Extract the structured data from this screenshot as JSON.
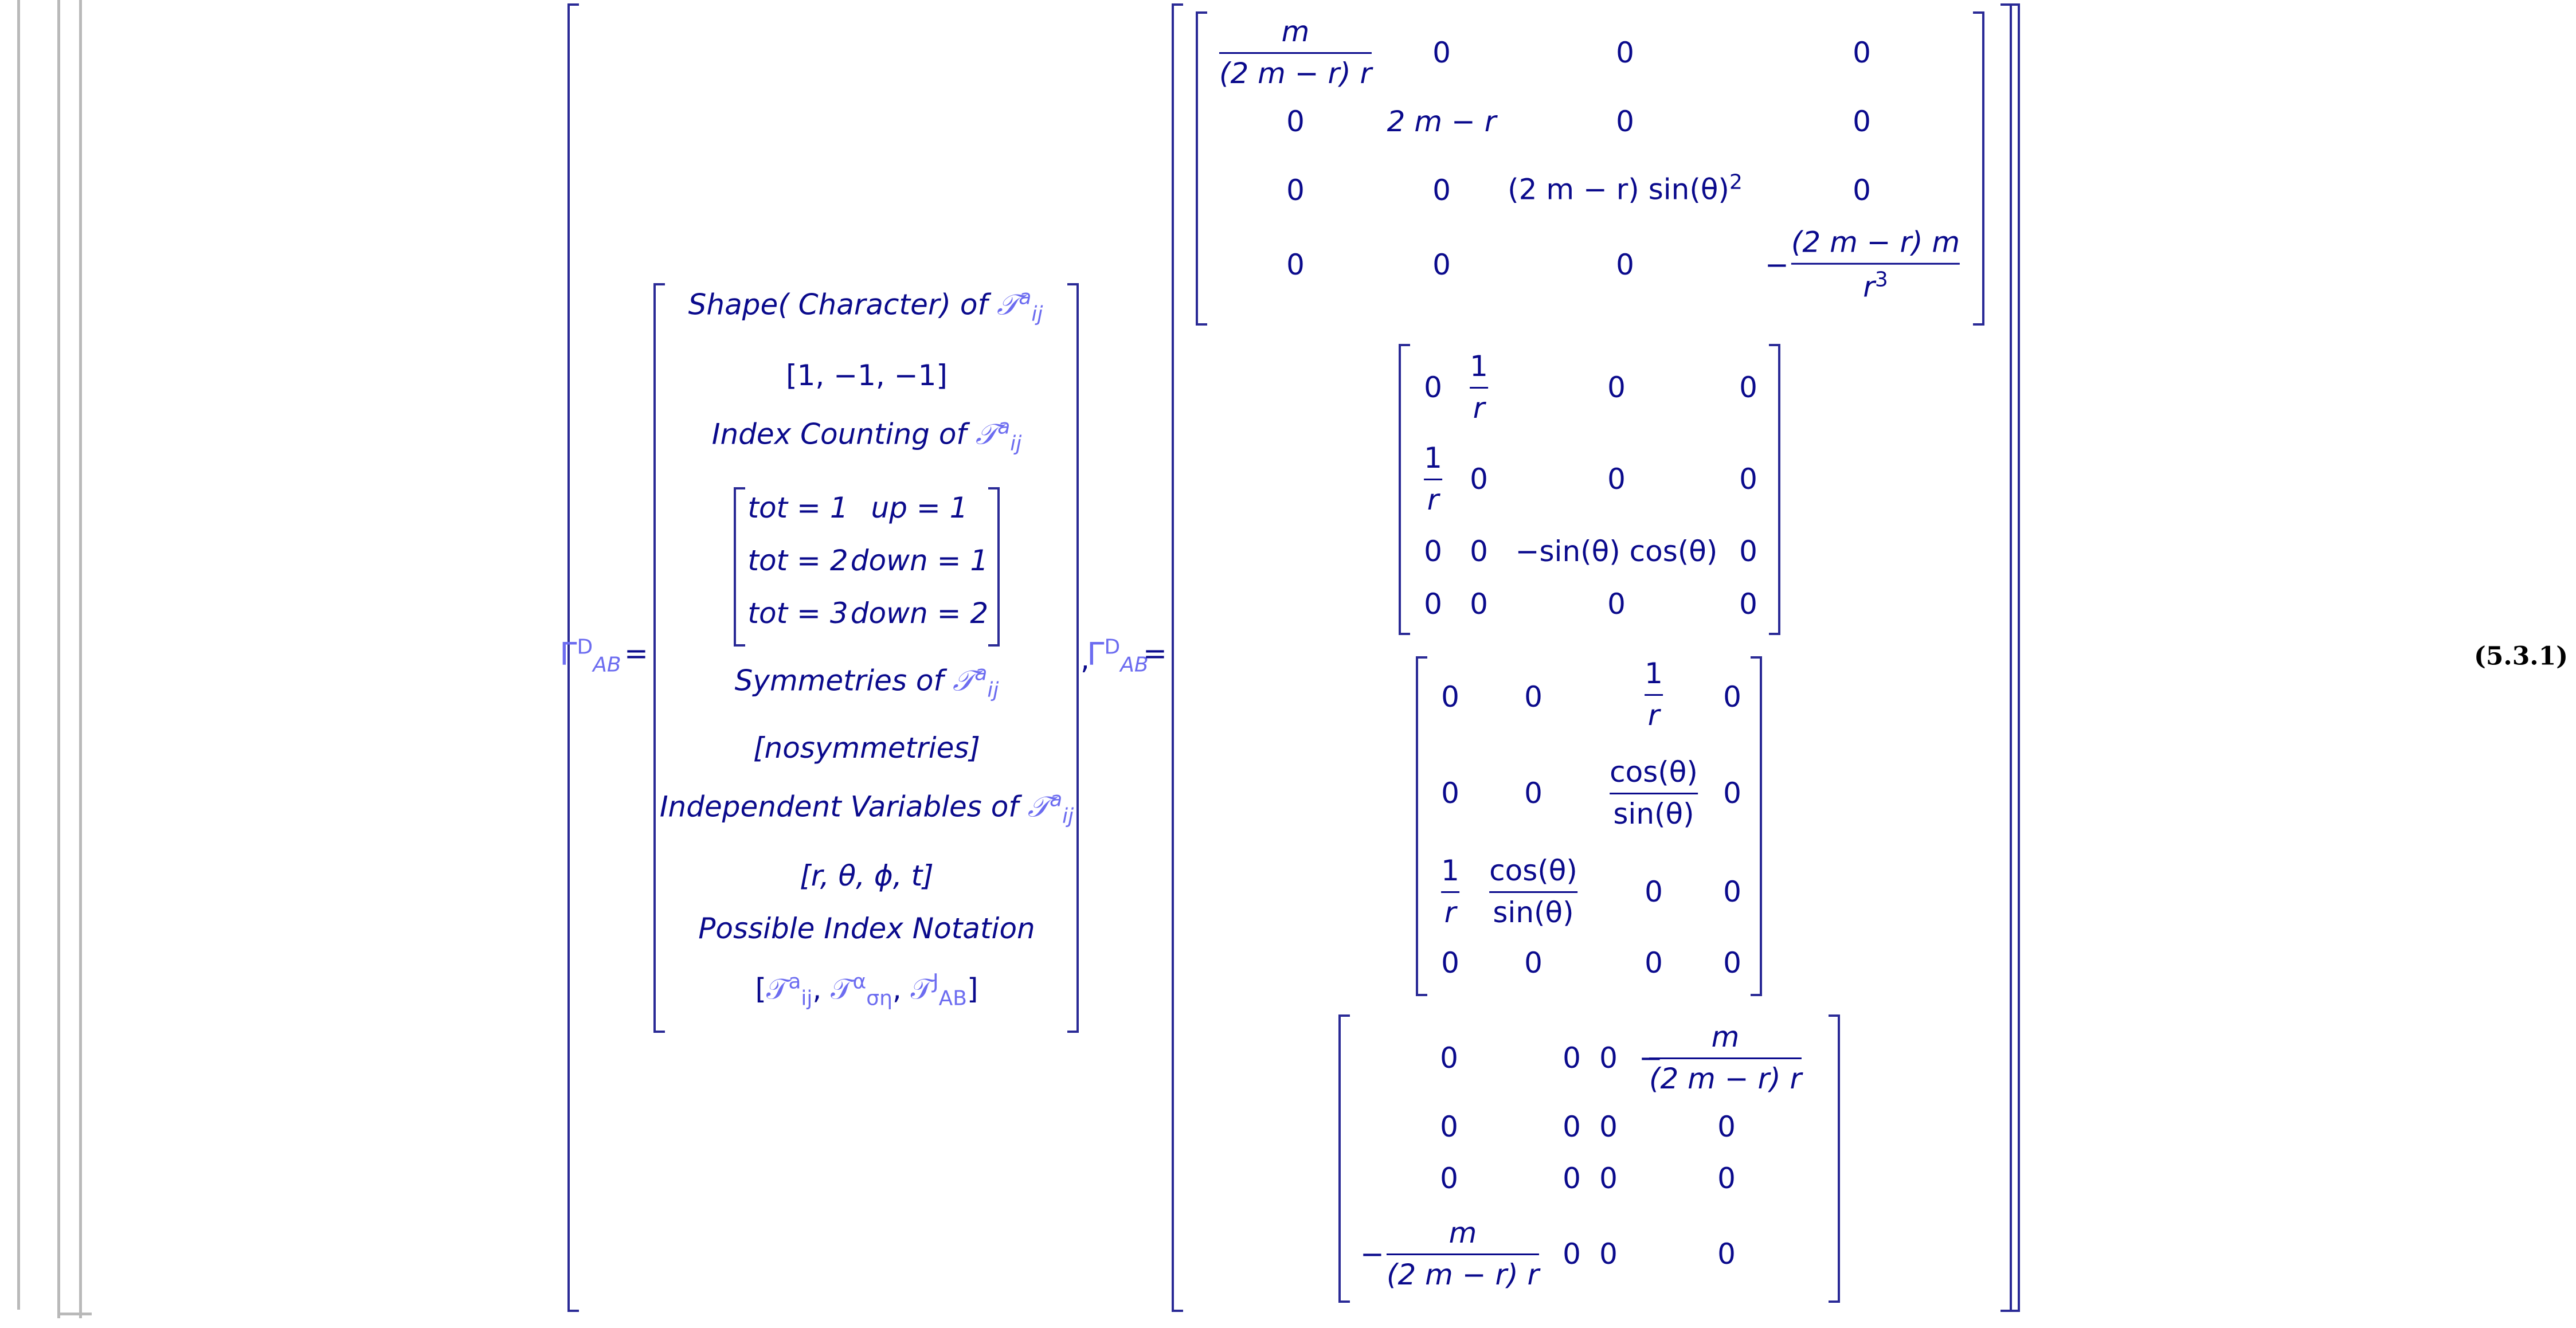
{
  "equation_label": "(5.3.1)",
  "lhs": {
    "symbol": "Γ",
    "sup": "D",
    "sub": "AB",
    "eq": "="
  },
  "comma": ",",
  "rhs_lhs": {
    "symbol": "Γ",
    "sup": "D",
    "sub": "AB",
    "eq": "="
  },
  "properties": {
    "shape_label": "Shape( Character)  of",
    "shape_value": "[1, −1, −1]",
    "index_label": "Index Counting of",
    "index_rows": [
      {
        "tot": "tot = 1",
        "dir": "up = 1"
      },
      {
        "tot": "tot = 2",
        "dir": "down = 1"
      },
      {
        "tot": "tot = 3",
        "dir": "down = 2"
      }
    ],
    "sym_label": "Symmetries of",
    "sym_value": "[nosymmetries]",
    "indep_label": "Independent Variables of",
    "indep_value": "[r, θ, ϕ, t]",
    "notation_label": "Possible Index Notation",
    "tensor_symbol": "𝒯",
    "tensor_sup": "a",
    "tensor_sub": "ij",
    "notation_items": [
      {
        "sup": "a",
        "sub": "ij"
      },
      {
        "sup": "α",
        "sub": "ση"
      },
      {
        "sup": "J",
        "sub": "AB"
      }
    ]
  },
  "matrices": {
    "m1": {
      "r0c0_num": "m",
      "r0c0_den": "(2 m − r) r",
      "r1c1": "2 m − r",
      "r2c2": "(2 m − r) sin(θ)",
      "r2c2_exp": "2",
      "r3c3_sign": "−",
      "r3c3_num": "(2 m − r) m",
      "r3c3_den": "r",
      "r3c3_den_exp": "3",
      "zero": "0"
    },
    "m2": {
      "frac_num": "1",
      "frac_den": "r",
      "r2c2": "−sin(θ) cos(θ)",
      "zero": "0"
    },
    "m3": {
      "one": "1",
      "r": "r",
      "cos": "cos(θ)",
      "sin": "sin(θ)",
      "zero": "0"
    },
    "m4": {
      "sign": "−",
      "num": "m",
      "den": "(2 m − r) r",
      "zero": "0"
    }
  }
}
